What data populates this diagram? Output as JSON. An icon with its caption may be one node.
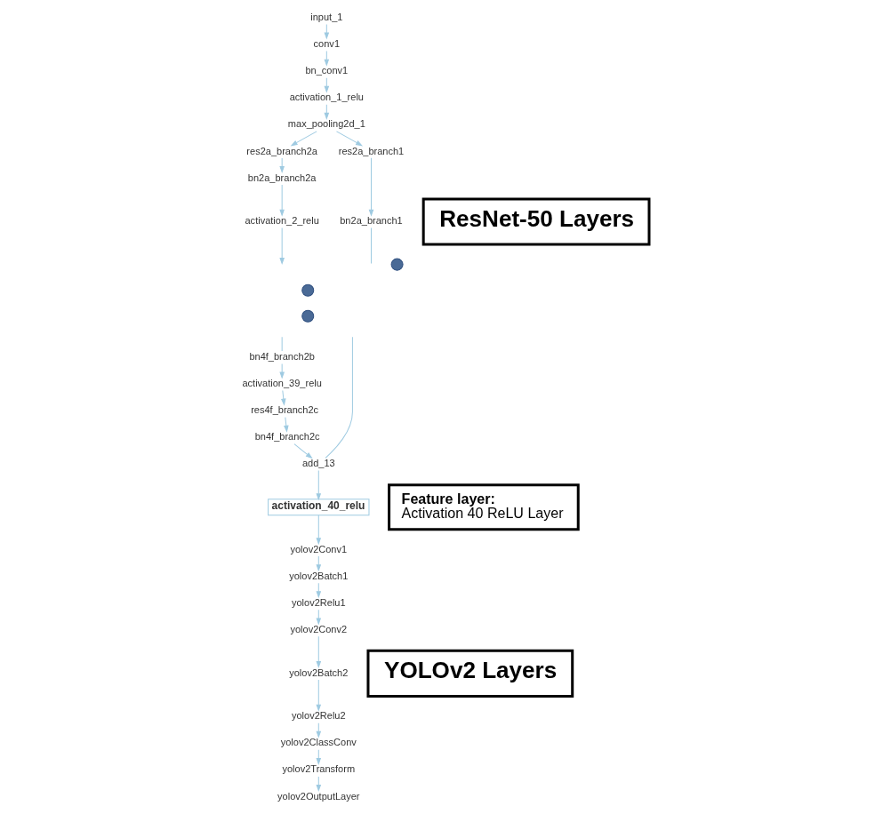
{
  "diagram": {
    "nodes": [
      {
        "text": [
          "input_1"
        ]
      },
      {
        "text": [
          "conv1"
        ]
      },
      {
        "text": [
          "bn_conv1"
        ]
      },
      {
        "text": [
          "activation_1_relu"
        ]
      },
      {
        "text": [
          "max_pooling2d_1"
        ]
      },
      {
        "text": [
          "res2a_branch2a"
        ]
      },
      {
        "text": [
          "res2a_branch1"
        ]
      },
      {
        "text": [
          "bn2a_branch2a"
        ]
      },
      {
        "text": [
          "bn2a_branch1"
        ]
      },
      {
        "text": [
          "activation_2_relu"
        ]
      },
      {
        "text": [],
        "shape": "circle"
      },
      {
        "text": [],
        "shape": "circle"
      },
      {
        "text": [],
        "shape": "circle"
      },
      {
        "text": [
          "bn4f_branch2b"
        ]
      },
      {
        "text": [
          "activation_39_relu"
        ]
      },
      {
        "text": [
          "res4f_branch2c"
        ]
      },
      {
        "text": [
          "bn4f_branch2c"
        ]
      },
      {
        "text": [
          "add_13"
        ]
      },
      {
        "text": [
          "activation_40_relu"
        ]
      },
      {
        "text": [
          "yolov2Conv1"
        ]
      },
      {
        "text": [
          "yolov2Batch1"
        ]
      },
      {
        "text": [
          "yolov2Relu1"
        ]
      },
      {
        "text": [
          "yolov2Conv2"
        ]
      },
      {
        "text": [
          "yolov2Batch2"
        ]
      },
      {
        "text": [
          "yolov2Relu2"
        ]
      },
      {
        "text": [
          "yolov2ClassConv"
        ]
      },
      {
        "text": [
          "yolov2Transform"
        ]
      },
      {
        "text": [
          "yolov2OutputLayer"
        ]
      },
      {
        "text": [
          "ResNet-50 Layers"
        ]
      },
      {
        "text": [
          "Feature layer:",
          "Activation 40 ReLU Layer"
        ]
      },
      {
        "text": [
          "YOLOv2 Layers"
        ]
      }
    ],
    "edges": [
      {
        "from": 0,
        "to": 1,
        "arrow": "to"
      },
      {
        "from": 1,
        "to": 2,
        "arrow": "to"
      },
      {
        "from": 2,
        "to": 3,
        "arrow": "to"
      },
      {
        "from": 3,
        "to": 4,
        "arrow": "to"
      },
      {
        "from": 4,
        "to": 5,
        "arrow": "to"
      },
      {
        "from": 4,
        "to": 6,
        "arrow": "to"
      },
      {
        "from": 5,
        "to": 7,
        "arrow": "to"
      },
      {
        "from": 6,
        "to": 8,
        "arrow": "to"
      },
      {
        "from": 7,
        "to": 9,
        "arrow": "to"
      },
      {
        "from": 9,
        "to": null,
        "arrow": "to"
      },
      {
        "from": 8,
        "to": null,
        "arrow": "none"
      },
      {
        "from": null,
        "to": 13,
        "arrow": "none"
      },
      {
        "from": 13,
        "to": 14,
        "arrow": "to"
      },
      {
        "from": 14,
        "to": 15,
        "arrow": "to"
      },
      {
        "from": 15,
        "to": 16,
        "arrow": "to"
      },
      {
        "from": 16,
        "to": 17,
        "arrow": "to"
      },
      {
        "from": null,
        "to": 17,
        "arrow": "none"
      },
      {
        "from": 17,
        "to": 18,
        "arrow": "to"
      },
      {
        "from": 18,
        "to": 19,
        "arrow": "to"
      },
      {
        "from": 19,
        "to": 20,
        "arrow": "to"
      },
      {
        "from": 20,
        "to": 21,
        "arrow": "to"
      },
      {
        "from": 21,
        "to": 22,
        "arrow": "to"
      },
      {
        "from": 22,
        "to": 23,
        "arrow": "to"
      },
      {
        "from": 23,
        "to": 24,
        "arrow": "to"
      },
      {
        "from": 24,
        "to": 25,
        "arrow": "to"
      },
      {
        "from": 25,
        "to": 26,
        "arrow": "to"
      },
      {
        "from": 26,
        "to": 27,
        "arrow": "to"
      }
    ]
  }
}
